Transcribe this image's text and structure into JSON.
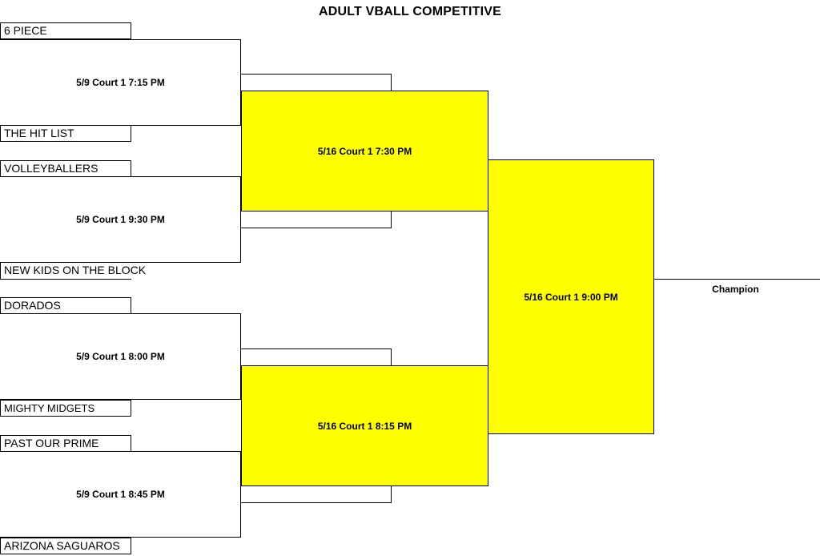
{
  "title": "ADULT VBALL COMPETITIVE",
  "round1": [
    {
      "team_a": "6 PIECE",
      "team_b": "THE HIT LIST",
      "game": "5/9 Court 1 7:15 PM"
    },
    {
      "team_a": "VOLLEYBALLERS",
      "team_b": "NEW KIDS ON THE BLOCK",
      "game": "5/9 Court 1 9:30 PM"
    },
    {
      "team_a": "DORADOS",
      "team_b": "MIGHTY MIDGETS",
      "game": "5/9 Court 1 8:00 PM"
    },
    {
      "team_a": "PAST OUR PRIME",
      "team_b": "ARIZONA SAGUAROS",
      "game": "5/9 Court 1 8:45 PM"
    }
  ],
  "semifinals": [
    {
      "game": "5/16 Court 1 7:30 PM"
    },
    {
      "game": "5/16 Court 1 8:15 PM"
    }
  ],
  "final": {
    "game": "5/16 Court 1 9:00 PM"
  },
  "champion_label": "Champion",
  "colors": {
    "highlight": "#ffff00",
    "line": "#000000"
  }
}
